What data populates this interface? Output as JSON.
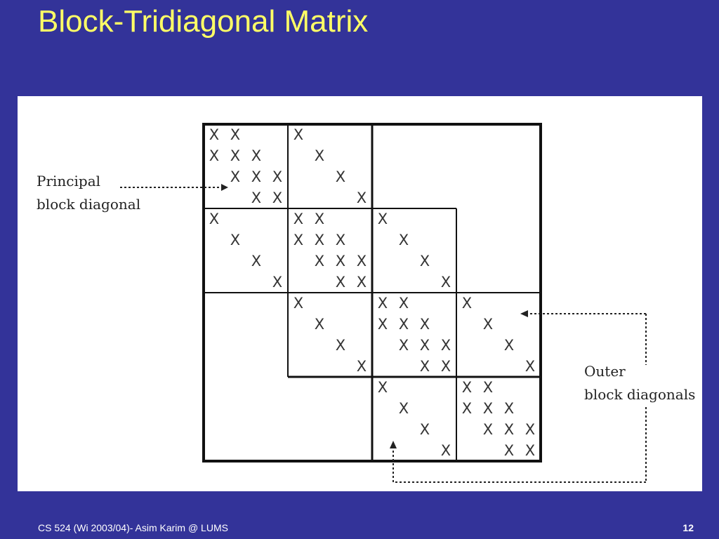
{
  "slide": {
    "title": "Block-Tridiagonal Matrix",
    "footer_left": "CS 524 (Wi 2003/04)- Asim Karim @ LUMS",
    "page_number": "12"
  },
  "diagram": {
    "nonzero_symbol": "X",
    "matrix_size": 16,
    "block_size": 4,
    "principal_label": [
      "Principal",
      "block diagonal"
    ],
    "outer_label": [
      "Outer",
      "block diagonals"
    ]
  },
  "colors": {
    "background": "#333399",
    "title": "#ffff66",
    "panel": "#ffffff",
    "footer": "#ffffff"
  }
}
